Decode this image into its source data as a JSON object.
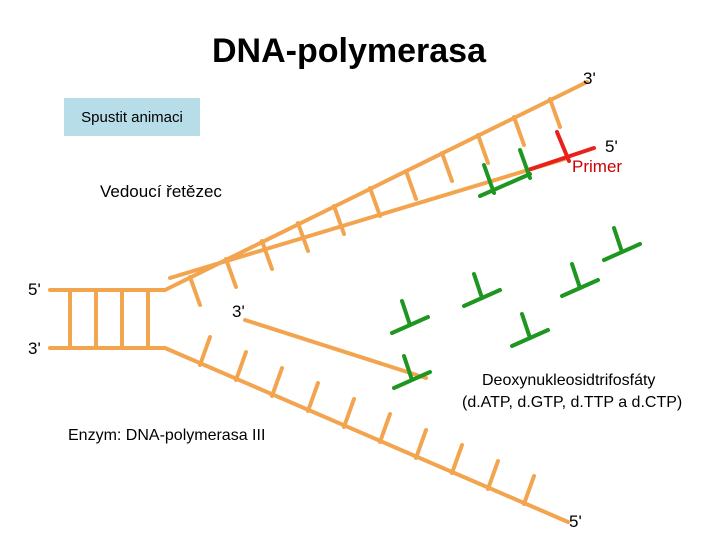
{
  "title": "DNA-polymerasa",
  "animation_button": "Spustit animaci",
  "labels": {
    "top_3prime": "3'",
    "primer_5prime": "5'",
    "primer": "Primer",
    "leading_strand": "Vedoucí řetězec",
    "left_5prime": "5'",
    "middle_3prime": "3'",
    "left_3prime": "3'",
    "nucleotides_line1": "Deoxynukleosidtrifosfáty",
    "nucleotides_line2": "(d.ATP, d.GTP, d.TTP a d.CTP)",
    "enzyme": "Enzym: DNA-polymerasa III",
    "bottom_5prime": "5'"
  },
  "colors": {
    "strand": "#f2a44e",
    "primer": "#e8221b",
    "nucleotide": "#1e9620",
    "button": "#b7dde8"
  }
}
